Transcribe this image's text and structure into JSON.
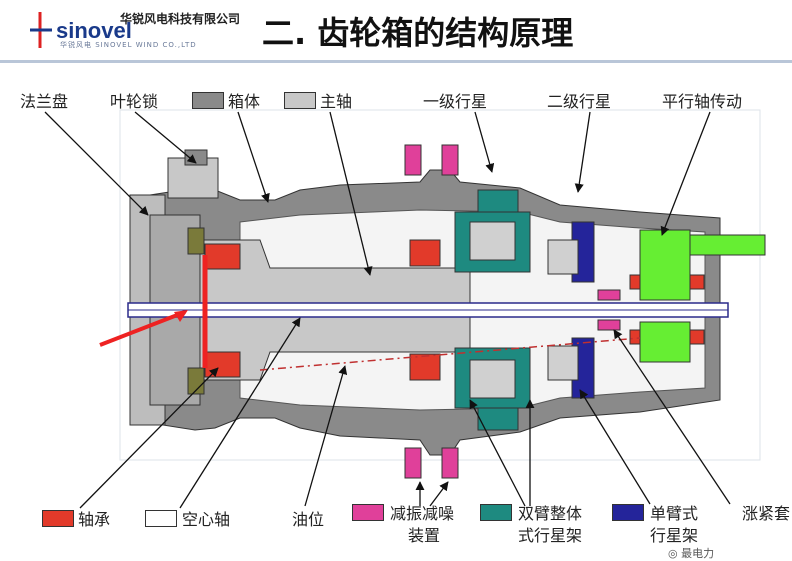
{
  "header": {
    "brand_en": "sinovel",
    "brand_cn": "华锐风电科技有限公司",
    "brand_sub": "华锐风电 SINOVEL WIND CO.,LTD",
    "title": "二. 齿轮箱的结构原理"
  },
  "labels": {
    "flange": "法兰盘",
    "rotor_lock": "叶轮锁",
    "housing": "箱体",
    "main_shaft": "主轴",
    "stage1": "一级行星",
    "stage2": "二级行星",
    "parallel": "平行轴传动",
    "oil_level": "油位"
  },
  "legend": {
    "bearing": "轴承",
    "hollow_shaft": "空心轴",
    "damping_l1": "减振减噪",
    "damping_l2": "装置",
    "double_l1": "双臂整体",
    "double_l2": "式行星架",
    "single_l1": "单臂式",
    "single_l2": "行星架",
    "shrink": "涨紧套"
  },
  "watermark": "最电力",
  "colors": {
    "housing": "#8a8a8a",
    "main_shaft": "#c8c8c8",
    "bearing": "#e23a2a",
    "damping": "#e0409a",
    "double_carrier": "#1e8a80",
    "single_carrier": "#24249a",
    "parallel_shaft": "#66ee33",
    "arrow": "#ee2222"
  }
}
